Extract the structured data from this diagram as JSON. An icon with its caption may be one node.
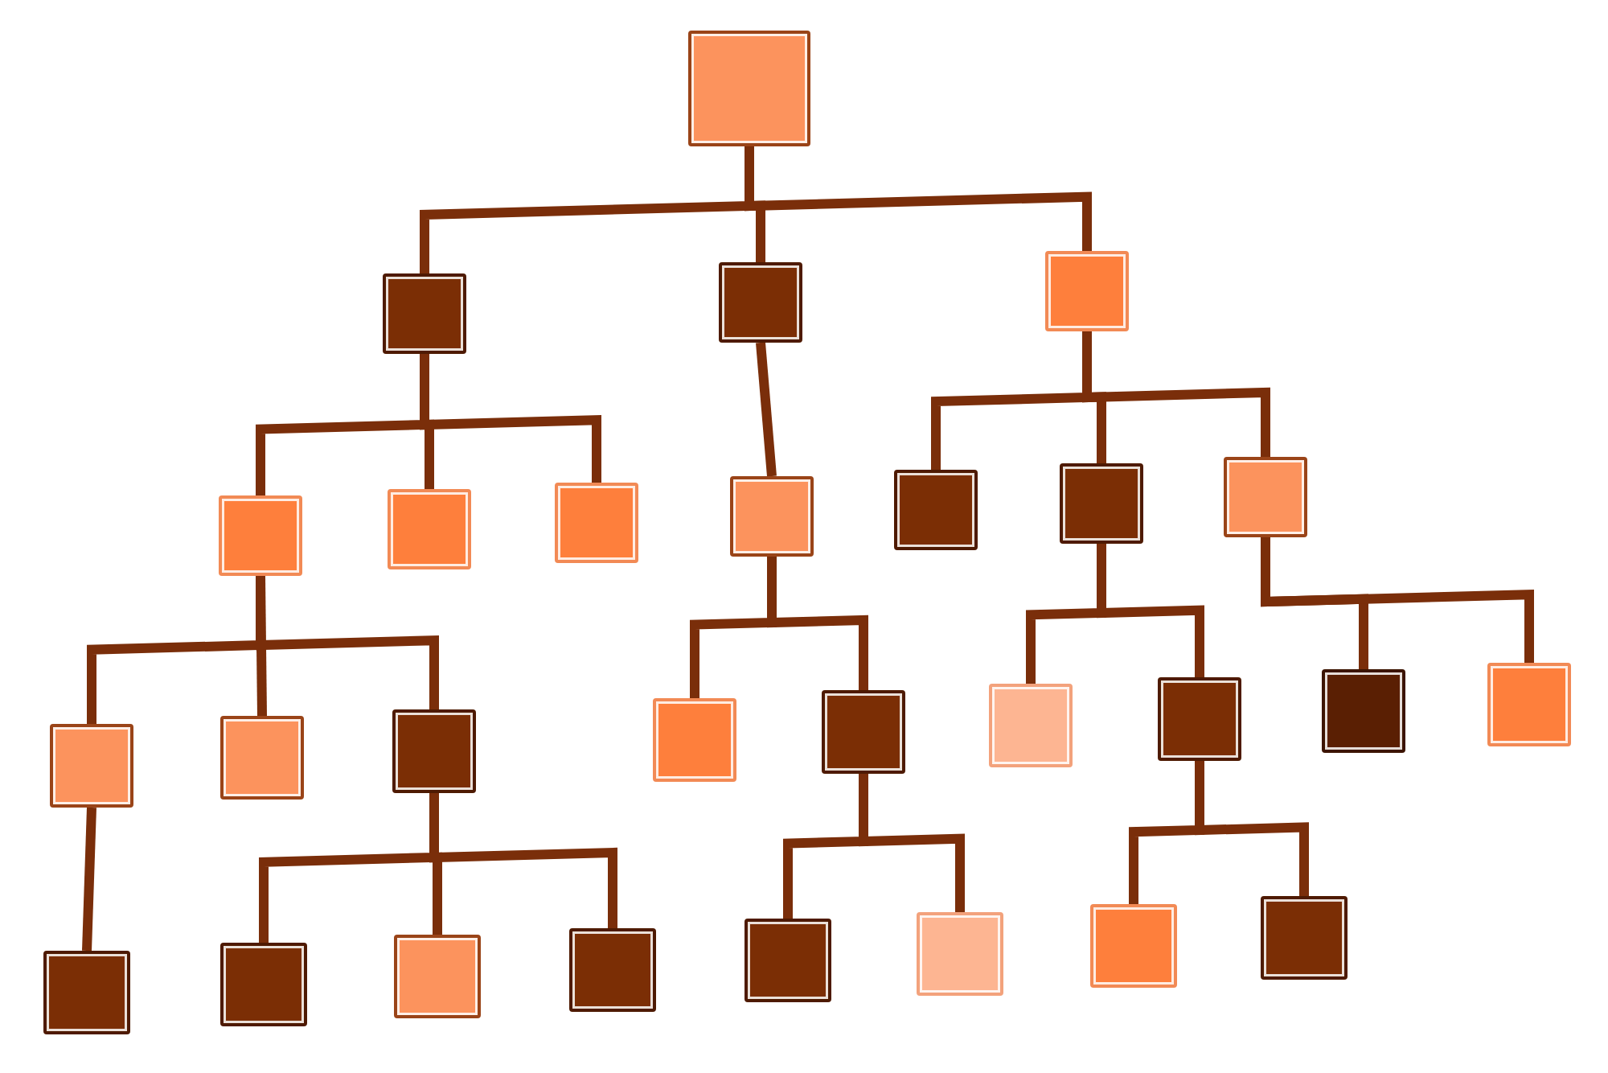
{
  "diagram": {
    "nodes": [
      {
        "text": [],
        "shape": "box"
      },
      {
        "text": [],
        "shape": "box"
      },
      {
        "text": [],
        "shape": "box"
      },
      {
        "text": [],
        "shape": "box"
      },
      {
        "text": [],
        "shape": "box"
      },
      {
        "text": [],
        "shape": "box"
      },
      {
        "text": [],
        "shape": "box"
      },
      {
        "text": [],
        "shape": "box"
      },
      {
        "text": [],
        "shape": "box"
      },
      {
        "text": [],
        "shape": "box"
      },
      {
        "text": [],
        "shape": "box"
      },
      {
        "text": [],
        "shape": "box"
      },
      {
        "text": [],
        "shape": "box"
      },
      {
        "text": [],
        "shape": "box"
      },
      {
        "text": [],
        "shape": "box"
      },
      {
        "text": [],
        "shape": "box"
      },
      {
        "text": [],
        "shape": "box"
      },
      {
        "text": [],
        "shape": "box"
      },
      {
        "text": [],
        "shape": "box"
      },
      {
        "text": [],
        "shape": "box"
      },
      {
        "text": [],
        "shape": "box"
      },
      {
        "text": [],
        "shape": "box"
      },
      {
        "text": [],
        "shape": "box"
      },
      {
        "text": [],
        "shape": "box"
      },
      {
        "text": [],
        "shape": "box"
      },
      {
        "text": [],
        "shape": "box"
      },
      {
        "text": [],
        "shape": "box"
      },
      {
        "text": [],
        "shape": "box"
      }
    ],
    "edges": [
      {
        "from": 0,
        "to": 1,
        "arrow": "none"
      },
      {
        "from": 0,
        "to": 2,
        "arrow": "none"
      },
      {
        "from": 0,
        "to": 3,
        "arrow": "none"
      },
      {
        "from": 1,
        "to": 4,
        "arrow": "none"
      },
      {
        "from": 1,
        "to": 5,
        "arrow": "none"
      },
      {
        "from": 1,
        "to": 6,
        "arrow": "none"
      },
      {
        "from": 2,
        "to": 7,
        "arrow": "none"
      },
      {
        "from": 3,
        "to": 8,
        "arrow": "none"
      },
      {
        "from": 3,
        "to": 9,
        "arrow": "none"
      },
      {
        "from": 3,
        "to": 10,
        "arrow": "none"
      },
      {
        "from": 4,
        "to": 11,
        "arrow": "none"
      },
      {
        "from": 4,
        "to": 12,
        "arrow": "none"
      },
      {
        "from": 4,
        "to": 13,
        "arrow": "none"
      },
      {
        "from": 7,
        "to": 14,
        "arrow": "none"
      },
      {
        "from": 7,
        "to": 15,
        "arrow": "none"
      },
      {
        "from": 9,
        "to": 16,
        "arrow": "none"
      },
      {
        "from": 9,
        "to": 17,
        "arrow": "none"
      },
      {
        "from": 10,
        "to": 18,
        "arrow": "none"
      },
      {
        "from": 10,
        "to": 19,
        "arrow": "none"
      },
      {
        "from": 11,
        "to": 20,
        "arrow": "none"
      },
      {
        "from": 13,
        "to": 21,
        "arrow": "none"
      },
      {
        "from": 13,
        "to": 22,
        "arrow": "none"
      },
      {
        "from": 13,
        "to": 23,
        "arrow": "none"
      },
      {
        "from": 15,
        "to": 24,
        "arrow": "none"
      },
      {
        "from": 15,
        "to": 25,
        "arrow": "none"
      },
      {
        "from": 17,
        "to": 26,
        "arrow": "none"
      },
      {
        "from": 17,
        "to": 27,
        "arrow": "none"
      }
    ]
  }
}
